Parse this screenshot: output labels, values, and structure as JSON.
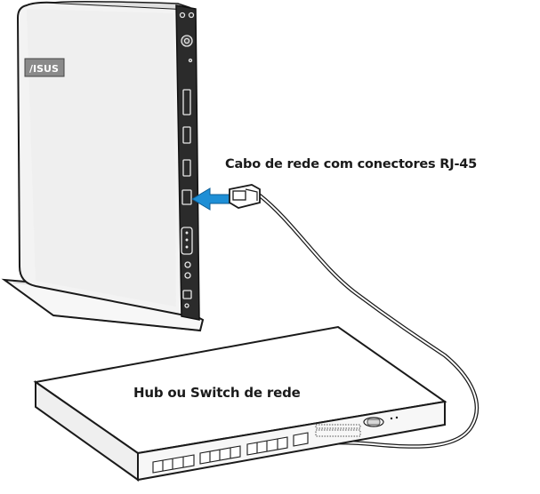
{
  "diagram": {
    "cable_label": "Cabo de rede com conectores RJ-45",
    "hub_label": "Hub ou Switch de rede",
    "brand_logo_text": "/ISUS"
  },
  "colors": {
    "arrow": "#1e8fd6",
    "case_side": "#f1f1f1",
    "case_front": "#2a2a2a",
    "outline": "#1a1a1a"
  }
}
